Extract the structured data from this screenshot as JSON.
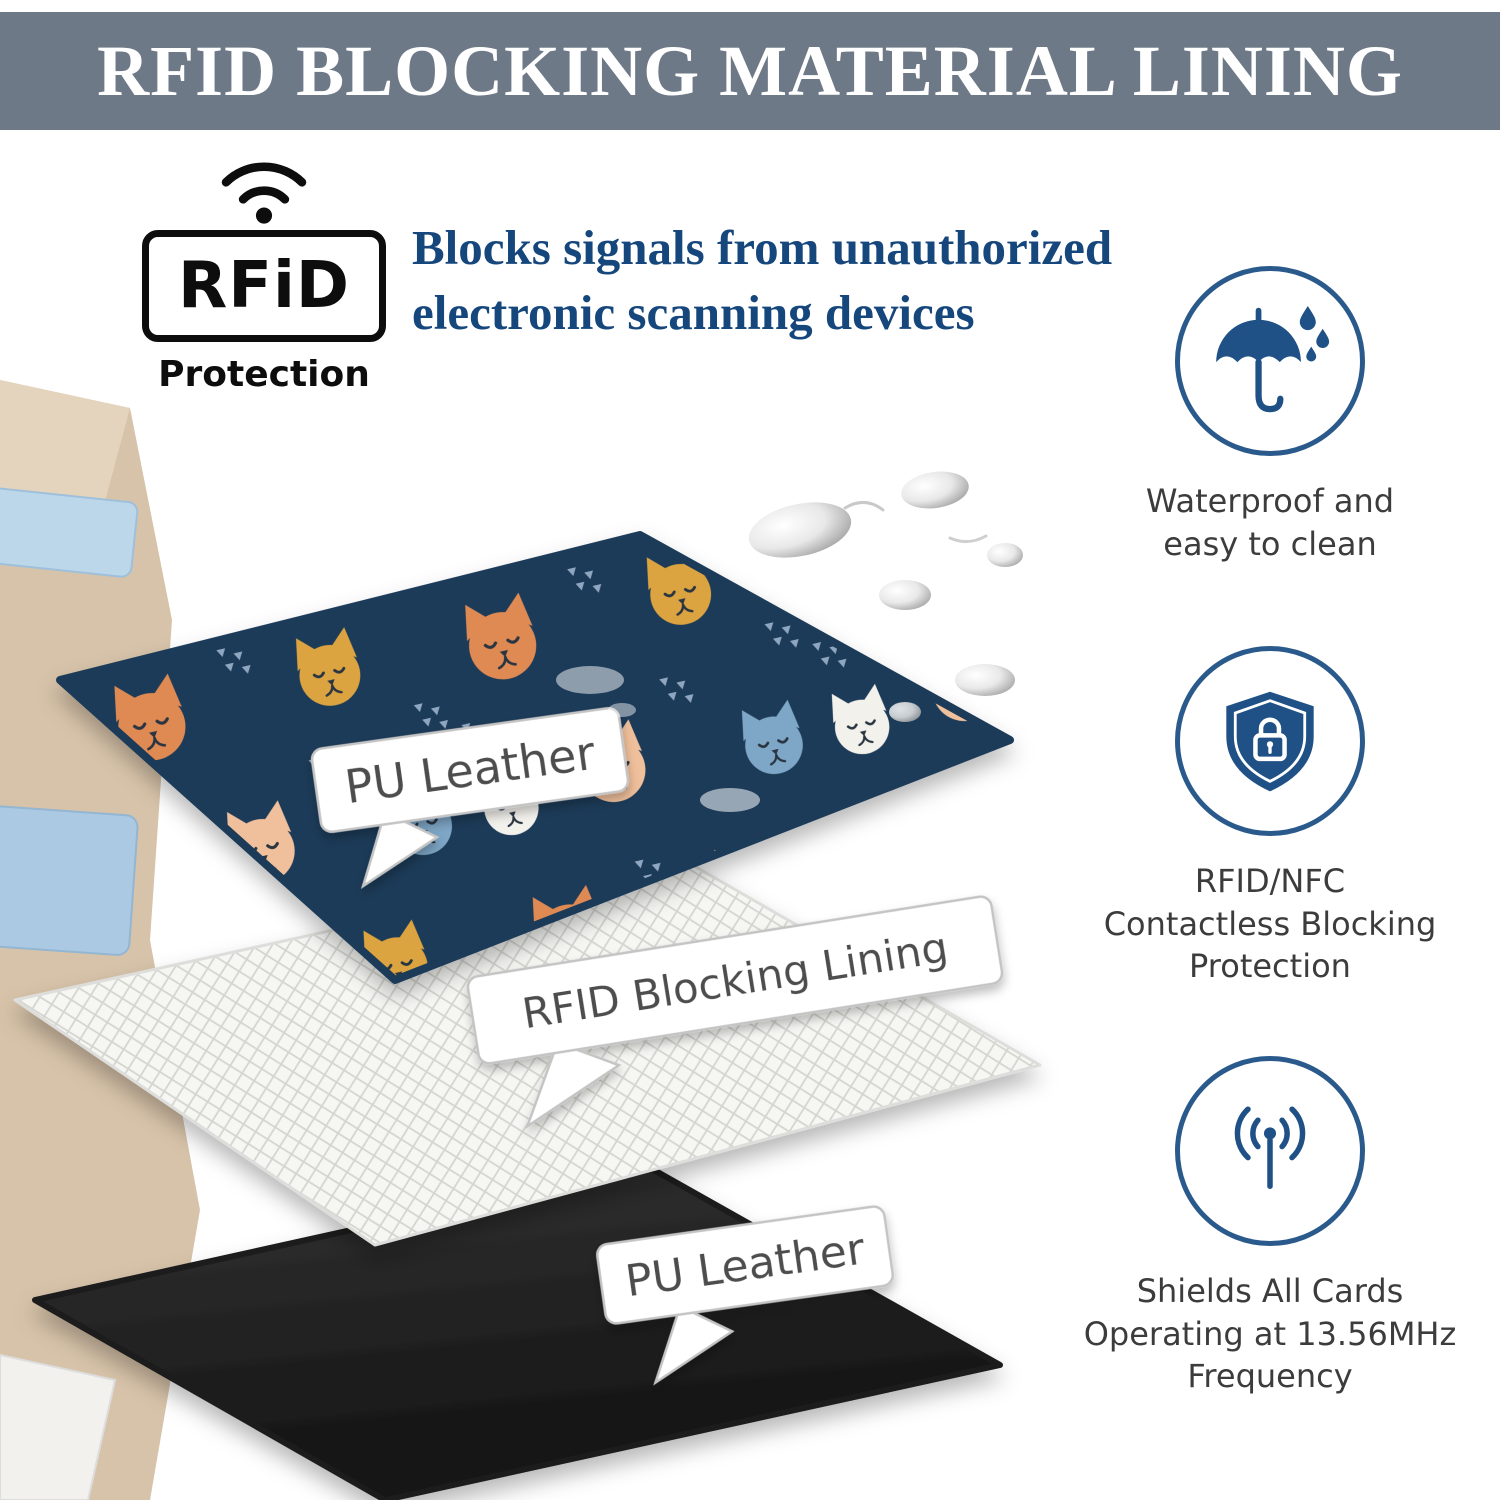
{
  "banner": {
    "title": "RFID BLOCKING MATERIAL LINING"
  },
  "rfid_badge": {
    "label": "RFiD",
    "sublabel": "Protection"
  },
  "headline": {
    "line1": "Blocks signals from unauthorized",
    "line2": "electronic scanning devices"
  },
  "diagram": {
    "layer_labels": {
      "top": "PU Leather",
      "middle": "RFID Blocking Lining",
      "bottom": "PU Leather"
    }
  },
  "features": [
    {
      "caption": "Waterproof and\neasy to clean"
    },
    {
      "caption": "RFID/NFC\nContactless Blocking\nProtection"
    },
    {
      "caption": "Shields All Cards\nOperating at 13.56MHz\nFrequency"
    }
  ],
  "colors": {
    "banner_bg": "#6e7987",
    "headline_text": "#16477c",
    "accent_blue": "#1f5186",
    "top_layer_navy": "#1d3a58",
    "bottom_layer_black": "#1c1c1c",
    "wallet_beige": "#d7c3a9"
  }
}
